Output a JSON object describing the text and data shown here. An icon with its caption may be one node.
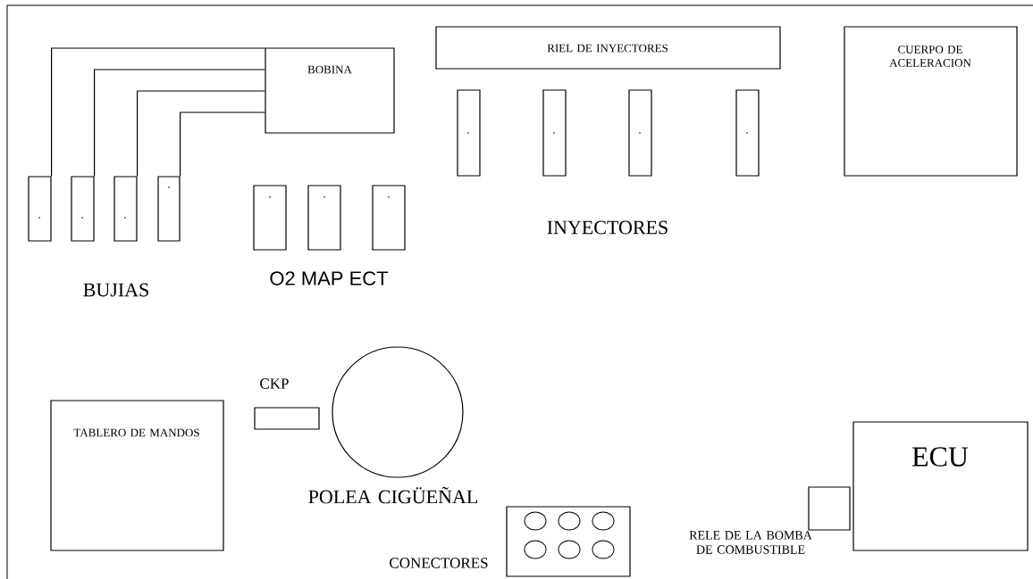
{
  "diagram": {
    "nodes": [
      {
        "text": [
          "BOBINA"
        ]
      },
      {
        "text": [
          "."
        ]
      },
      {
        "text": [
          "."
        ]
      },
      {
        "text": [
          "."
        ]
      },
      {
        "text": [
          "."
        ]
      },
      {
        "text": [
          "."
        ]
      },
      {
        "text": [
          "."
        ]
      },
      {
        "text": [
          "."
        ]
      },
      {
        "text": [
          "RIEL DE INYECTORES"
        ]
      },
      {
        "text": [
          "."
        ]
      },
      {
        "text": [
          "."
        ]
      },
      {
        "text": [
          "."
        ]
      },
      {
        "text": [
          "."
        ]
      },
      {
        "text": [
          "CUERPO DE ACELERACION"
        ]
      },
      {
        "text": [
          "TABLERO DE MANDOS"
        ]
      },
      {
        "text": [
          "CKP"
        ]
      },
      {
        "text": [
          "POLEA CIGÜEÑAL"
        ]
      },
      {
        "text": [
          "CONECTORES"
        ]
      },
      {
        "text": [
          "RELE DE LA BOMBA DE COMBUSTIBLE"
        ]
      },
      {
        "text": [
          "ECU"
        ]
      }
    ],
    "edges": [
      {
        "from": 0,
        "to": 1,
        "arrow": "none"
      },
      {
        "from": 0,
        "to": 2,
        "arrow": "none"
      },
      {
        "from": 0,
        "to": 3,
        "arrow": "none"
      },
      {
        "from": 0,
        "to": 4,
        "arrow": "none"
      }
    ],
    "labels": [
      "BUJIAS",
      "O2 MAP ECT",
      "INYECTORES"
    ]
  }
}
